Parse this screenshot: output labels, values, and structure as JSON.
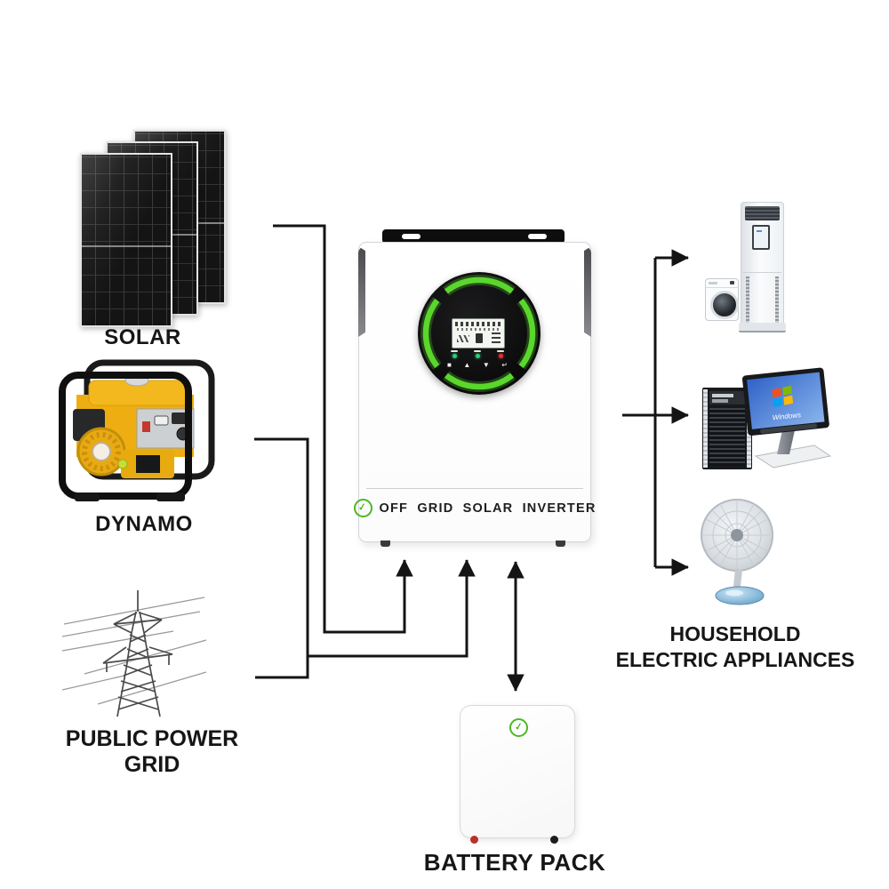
{
  "nodes": {
    "solar": {
      "label": "SOLAR",
      "panel_count": 3
    },
    "dynamo": {
      "label": "DYNAMO"
    },
    "public_power_grid": {
      "label": "PUBLIC POWER GRID"
    },
    "inverter": {
      "brand_label": "OFF GRID SOLAR INVERTER",
      "display": {
        "buttons": [
          "■",
          "▲",
          "▼",
          "↵"
        ],
        "leds": [
          {
            "name": "status-led-1",
            "color": "#2ecc71"
          },
          {
            "name": "status-led-2",
            "color": "#2ecc71"
          },
          {
            "name": "fault-led",
            "color": "#e0312d"
          }
        ],
        "ring_color": "#5ad62c"
      }
    },
    "battery": {
      "label": "BATTERY PACK"
    },
    "appliances": {
      "label_line1": "HOUSEHOLD",
      "label_line2": "ELECTRIC APPLIANCES",
      "items": [
        "air-conditioner",
        "washing-machine",
        "desktop-computer",
        "table-fan"
      ],
      "computer_screen_text": "Windows"
    }
  },
  "brand": {
    "logo_glyph": "✓"
  },
  "connections": [
    {
      "from": "solar",
      "to": "inverter",
      "type": "arrow"
    },
    {
      "from": "dynamo",
      "to": "inverter",
      "type": "arrow"
    },
    {
      "from": "public-power-grid",
      "to": "inverter",
      "type": "arrow"
    },
    {
      "from": "inverter",
      "to": "battery-pack",
      "type": "double-arrow"
    },
    {
      "from": "inverter",
      "to": "air-conditioner-washer",
      "type": "arrow"
    },
    {
      "from": "inverter",
      "to": "desktop-computer",
      "type": "arrow"
    },
    {
      "from": "inverter",
      "to": "table-fan",
      "type": "arrow"
    }
  ],
  "colors": {
    "line": "#141414",
    "accent_green": "#4cb822",
    "ring_green": "#5ad62c",
    "solar_panel": "#141414",
    "dynamo_yellow": "#eeae12",
    "fan_base_blue": "#74add8",
    "battery_feet": [
      "#b7322c",
      "#1c1c1c"
    ],
    "windows_flag": [
      "#f25022",
      "#7fba00",
      "#00a4ef",
      "#ffb900"
    ]
  }
}
